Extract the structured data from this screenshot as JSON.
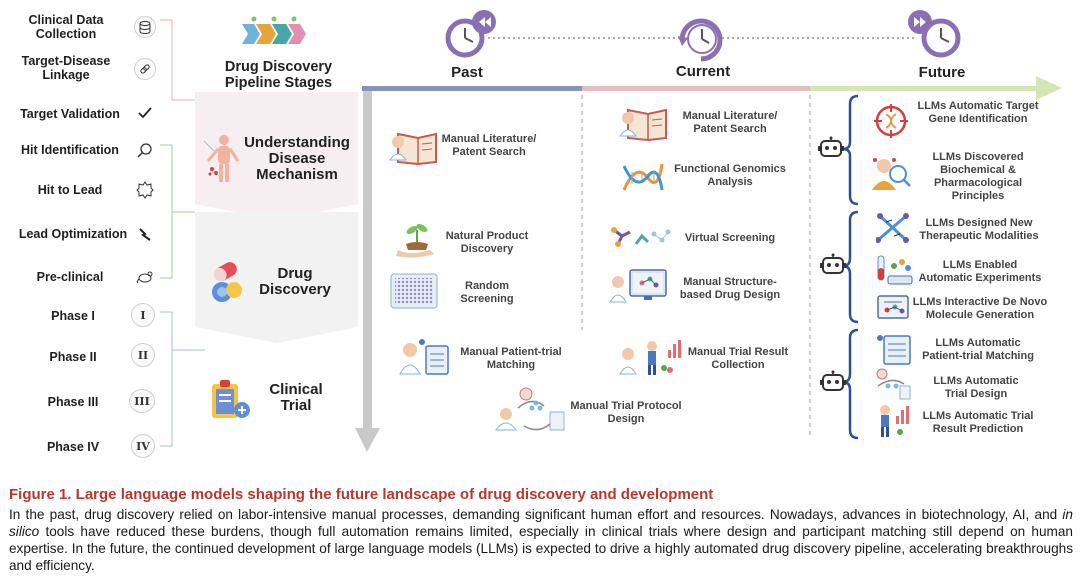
{
  "left_stages": [
    {
      "label": "Clinical Data Collection",
      "icon": "database-icon"
    },
    {
      "label": "Target-Disease Linkage",
      "icon": "link-icon"
    },
    {
      "label": "Target Validation",
      "icon": "checkmark-icon"
    },
    {
      "label": "Hit Identification",
      "icon": "search-icon"
    },
    {
      "label": "Hit to Lead",
      "icon": "badge-icon"
    },
    {
      "label": "Lead Optimization",
      "icon": "lightning-icon"
    },
    {
      "label": "Pre-clinical",
      "icon": "mouse-icon"
    },
    {
      "label": "Phase I",
      "icon": "I"
    },
    {
      "label": "Phase II",
      "icon": "II"
    },
    {
      "label": "Phase III",
      "icon": "III"
    },
    {
      "label": "Phase IV",
      "icon": "IV"
    }
  ],
  "header": {
    "pipeline_title": "Drug Discovery Pipeline Stages",
    "periods": {
      "past": "Past",
      "current": "Current",
      "future": "Future"
    }
  },
  "big_stages": {
    "understanding": "Understanding Disease Mechanism",
    "discovery": "Drug Discovery",
    "clinical": "Clinical Trial"
  },
  "past_items": [
    "Manual Literature/ Patent Search",
    "Natural Product Discovery",
    "Random Screening",
    "Manual Patient-trial Matching",
    "Manual Trial Protocol Design"
  ],
  "current_items": [
    "Manual Literature/ Patent Search",
    "Functional Genomics Analysis",
    "Virtual Screening",
    "Manual Structure-based Drug Design",
    "Manual Trial Result Collection"
  ],
  "future_items": [
    "LLMs Automatic Target Gene Identification",
    "LLMs Discovered Biochemical & Pharmacological Principles",
    "LLMs Designed New Therapeutic Modalities",
    "LLMs Enabled Automatic Experiments",
    "LLMs Interactive De Novo Molecule Generation",
    "LLMs Automatic Patient-trial Matching",
    "LLMs Automatic Trial Design",
    "LLMs Automatic Trial Result Prediction"
  ],
  "caption": {
    "title": "Figure 1.  Large language models shaping the future landscape of drug discovery and development",
    "body_part1": "In the past, drug discovery relied on labor-intensive manual processes, demanding significant human effort and resources. Nowadays, advances in biotechnology, AI, and ",
    "body_italic": "in silico",
    "body_part2": " tools have reduced these burdens, though full automation remains limited, especially in clinical trials where design and participant matching still depend on human expertise. In the future, the continued development of large language models (LLMs) is expected to drive a highly automated drug discovery pipeline, accelerating breakthroughs and efficiency."
  },
  "colors": {
    "caption_red": "#b8372f",
    "past_bar": "#7f8fb8",
    "current_bar": "#e4b8bf",
    "future_bar": "#cfe3ad",
    "clock_purple": "#8a6fb5",
    "bracket_blue": "#2c4f9c"
  }
}
